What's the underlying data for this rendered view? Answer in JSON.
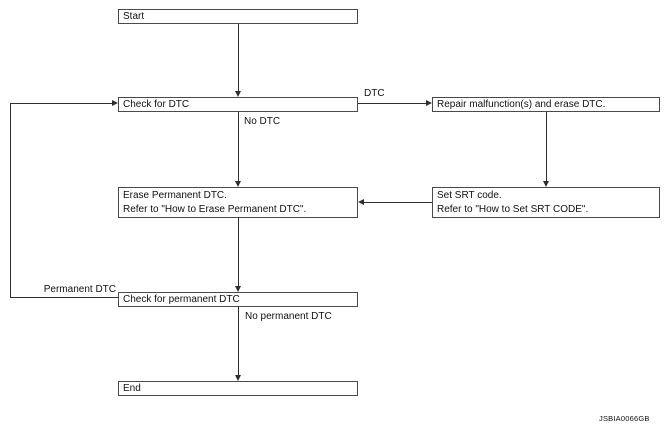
{
  "diagram": {
    "type": "flowchart",
    "nodes": {
      "start": {
        "label": "Start"
      },
      "check_dtc": {
        "label": "Check for DTC"
      },
      "repair": {
        "label": "Repair malfunction(s) and erase DTC."
      },
      "erase_permanent": {
        "line1": "Erase Permanent DTC.",
        "line2": "Refer to \"How to Erase Permanent DTC\"."
      },
      "set_srt": {
        "line1": "Set SRT code.",
        "line2": "Refer to \"How to Set SRT CODE\"."
      },
      "check_permanent": {
        "label": "Check for permanent DTC"
      },
      "end": {
        "label": "End"
      }
    },
    "edges": [
      {
        "from": "start",
        "to": "check_dtc",
        "label": ""
      },
      {
        "from": "check_dtc",
        "to": "repair",
        "label": "DTC"
      },
      {
        "from": "check_dtc",
        "to": "erase_permanent",
        "label": "No DTC"
      },
      {
        "from": "repair",
        "to": "set_srt",
        "label": ""
      },
      {
        "from": "set_srt",
        "to": "erase_permanent",
        "label": ""
      },
      {
        "from": "erase_permanent",
        "to": "check_permanent",
        "label": ""
      },
      {
        "from": "check_permanent",
        "to": "end",
        "label": "No permanent DTC"
      },
      {
        "from": "check_permanent",
        "to": "check_dtc",
        "label": "Permanent DTC"
      }
    ],
    "reference_code": "JSBIA0066GB",
    "colors": {
      "line": "#2e2e2e",
      "box_border": "#4a4a4a",
      "text": "#111111",
      "background": "#ffffff"
    }
  }
}
